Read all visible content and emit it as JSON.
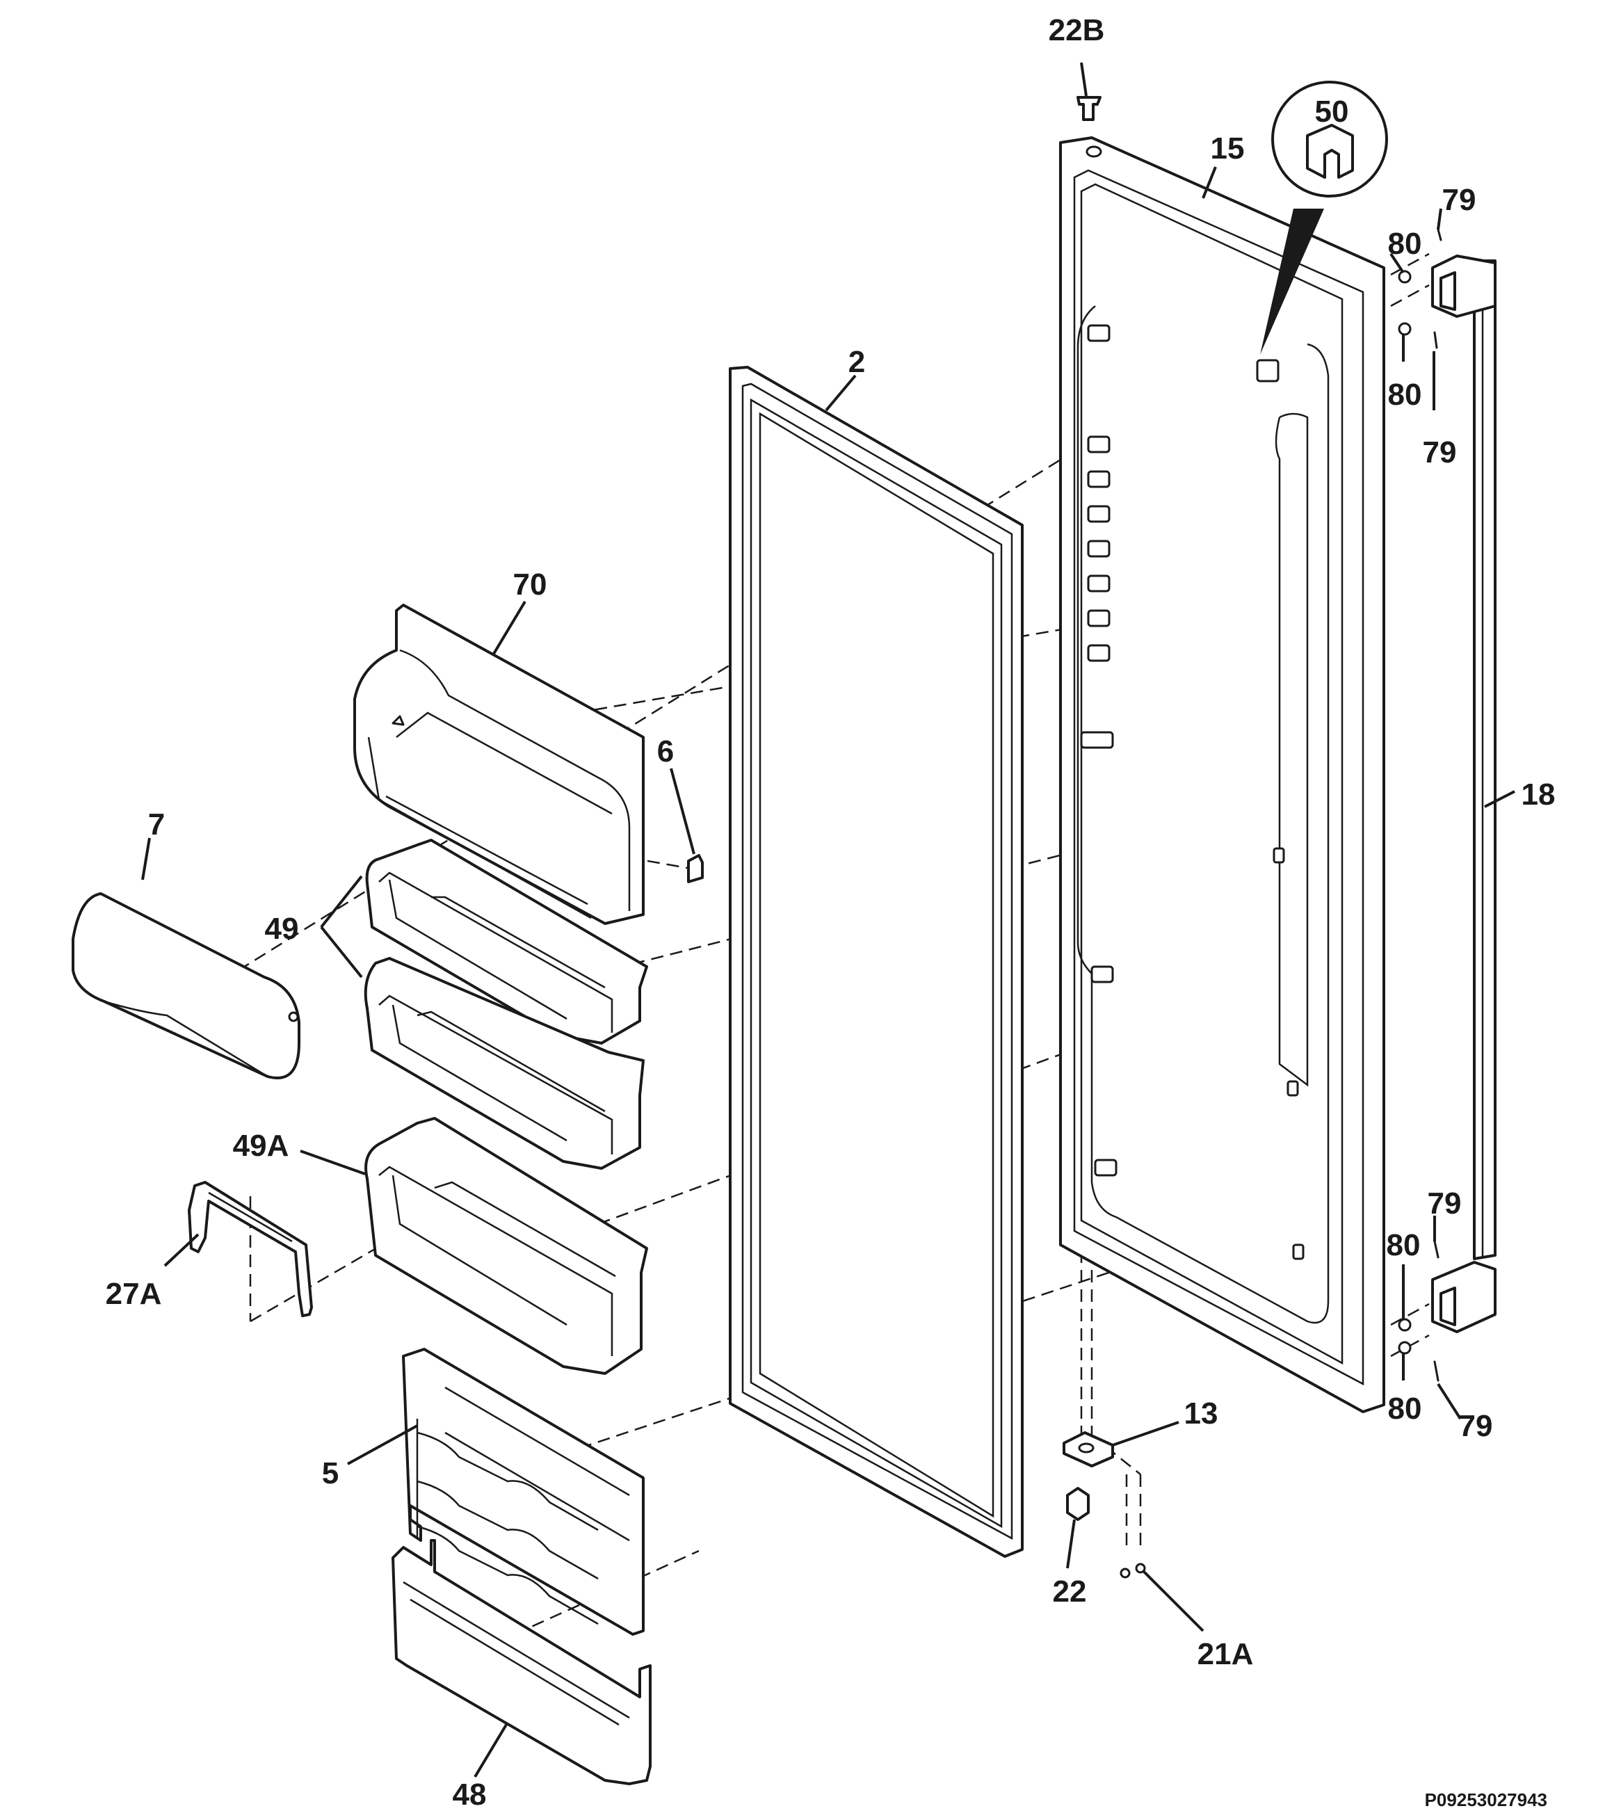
{
  "callouts": {
    "c22b": "22B",
    "c50": "50",
    "c15": "15",
    "c79a": "79",
    "c80a": "80",
    "c80b": "80",
    "c79b": "79",
    "c2": "2",
    "c70": "70",
    "c6": "6",
    "c18": "18",
    "c7": "7",
    "c49": "49",
    "c49a": "49A",
    "c27a": "27A",
    "c79c": "79",
    "c80c": "80",
    "c80d": "80",
    "c79d": "79",
    "c13": "13",
    "c5": "5",
    "c22": "22",
    "c21a": "21A",
    "c48": "48"
  },
  "document_id": "P09253027943"
}
